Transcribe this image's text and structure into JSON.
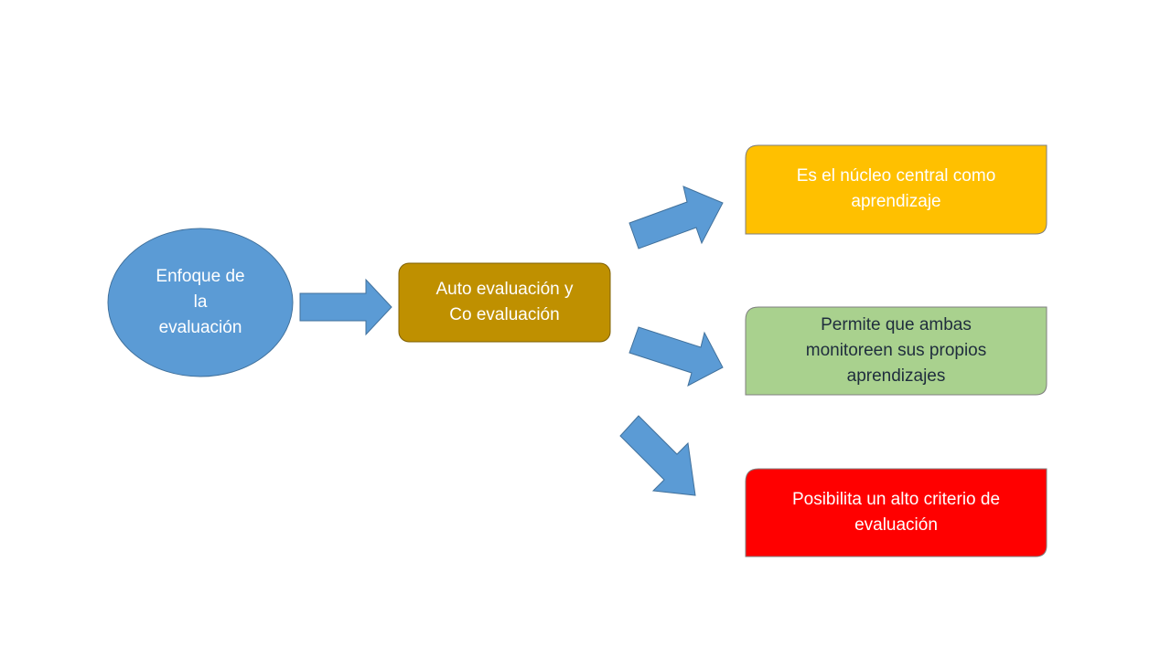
{
  "colors": {
    "ellipse_fill": "#5b9bd5",
    "ellipse_stroke": "#41719c",
    "center_fill": "#bf9000",
    "center_stroke": "#7f6000",
    "arrow_fill": "#5b9bd5",
    "arrow_stroke": "#41719c",
    "box1_fill": "#ffc000",
    "box2_fill": "#a9d18e",
    "box3_fill": "#ff0000",
    "box_stroke": "#7f7f7f",
    "text_light": "#ffffff",
    "text_dark": "#1f2d3d"
  },
  "source": {
    "lines": [
      "Enfoque de",
      "la",
      "evaluación"
    ]
  },
  "center": {
    "lines": [
      "Auto evaluación y",
      "Co evaluación"
    ]
  },
  "outcomes": [
    {
      "lines": [
        "Es el núcleo central como",
        "aprendizaje"
      ]
    },
    {
      "lines": [
        "Permite que ambas",
        "monitoreen sus propios",
        "aprendizajes"
      ]
    },
    {
      "lines": [
        "Posibilita un alto criterio de",
        "evaluación"
      ]
    }
  ]
}
